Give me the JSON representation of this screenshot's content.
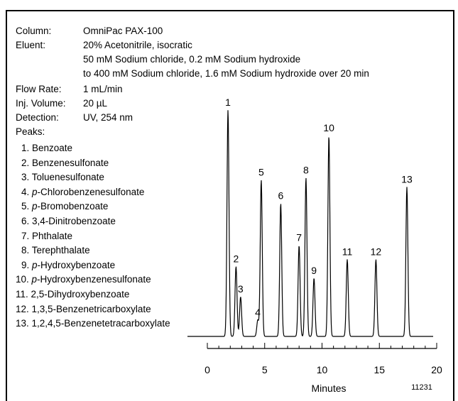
{
  "conditions": {
    "column_label": "Column:",
    "column_value": "OmniPac PAX-100",
    "eluent_label": "Eluent:",
    "eluent_lines": [
      "20% Acetonitrile, isocratic",
      "50 mM Sodium chloride, 0.2 mM Sodium hydroxide",
      "to 400 mM Sodium chloride, 1.6 mM Sodium hydroxide over 20 min"
    ],
    "flow_label": "Flow Rate:",
    "flow_value": "1 mL/min",
    "inj_label": "Inj. Volume:",
    "inj_value": "20 µL",
    "detection_label": "Detection:",
    "detection_value": "UV, 254 nm",
    "peaks_label": "Peaks:"
  },
  "peaks": [
    {
      "num": "1.",
      "prefix": "",
      "name": "Benzoate"
    },
    {
      "num": "2.",
      "prefix": "",
      "name": "Benzenesulfonate"
    },
    {
      "num": "3.",
      "prefix": "",
      "name": "Toluenesulfonate"
    },
    {
      "num": "4.",
      "prefix": "p",
      "name": "-Chlorobenzenesulfonate"
    },
    {
      "num": "5.",
      "prefix": "p",
      "name": "-Bromobenzoate"
    },
    {
      "num": "6.",
      "prefix": "",
      "name": "3,4-Dinitrobenzoate"
    },
    {
      "num": "7.",
      "prefix": "",
      "name": "Phthalate"
    },
    {
      "num": "8.",
      "prefix": "",
      "name": "Terephthalate"
    },
    {
      "num": "9.",
      "prefix": "p",
      "name": "-Hydroxybenzoate"
    },
    {
      "num": "10.",
      "prefix": "p",
      "name": "-Hydroxybenzenesulfonate"
    },
    {
      "num": "11.",
      "prefix": "",
      "name": "2,5-Dihydroxybenzoate"
    },
    {
      "num": "12.",
      "prefix": "",
      "name": "1,3,5-Benzenetricarboxylate"
    },
    {
      "num": "13.",
      "prefix": "",
      "name": "1,2,4,5-Benzenetetracarboxylate"
    }
  ],
  "figure_id": "11231",
  "chart_data": {
    "type": "line",
    "xlabel": "Minutes",
    "ylabel": "",
    "xlim": [
      0,
      20
    ],
    "ylim": [
      0,
      100
    ],
    "x_ticks": [
      0,
      5,
      10,
      15,
      20
    ],
    "grid": false,
    "peaks": [
      {
        "label": "1",
        "rt": 1.8,
        "height": 97
      },
      {
        "label": "2",
        "rt": 2.5,
        "height": 30
      },
      {
        "label": "3",
        "rt": 2.9,
        "height": 17
      },
      {
        "label": "4",
        "rt": 4.4,
        "height": 7
      },
      {
        "label": "5",
        "rt": 4.7,
        "height": 67
      },
      {
        "label": "6",
        "rt": 6.4,
        "height": 57
      },
      {
        "label": "7",
        "rt": 8.0,
        "height": 39
      },
      {
        "label": "8",
        "rt": 8.6,
        "height": 68
      },
      {
        "label": "9",
        "rt": 9.3,
        "height": 25
      },
      {
        "label": "10",
        "rt": 10.6,
        "height": 86
      },
      {
        "label": "11",
        "rt": 12.2,
        "height": 33
      },
      {
        "label": "12",
        "rt": 14.7,
        "height": 33
      },
      {
        "label": "13",
        "rt": 17.4,
        "height": 64
      }
    ]
  }
}
